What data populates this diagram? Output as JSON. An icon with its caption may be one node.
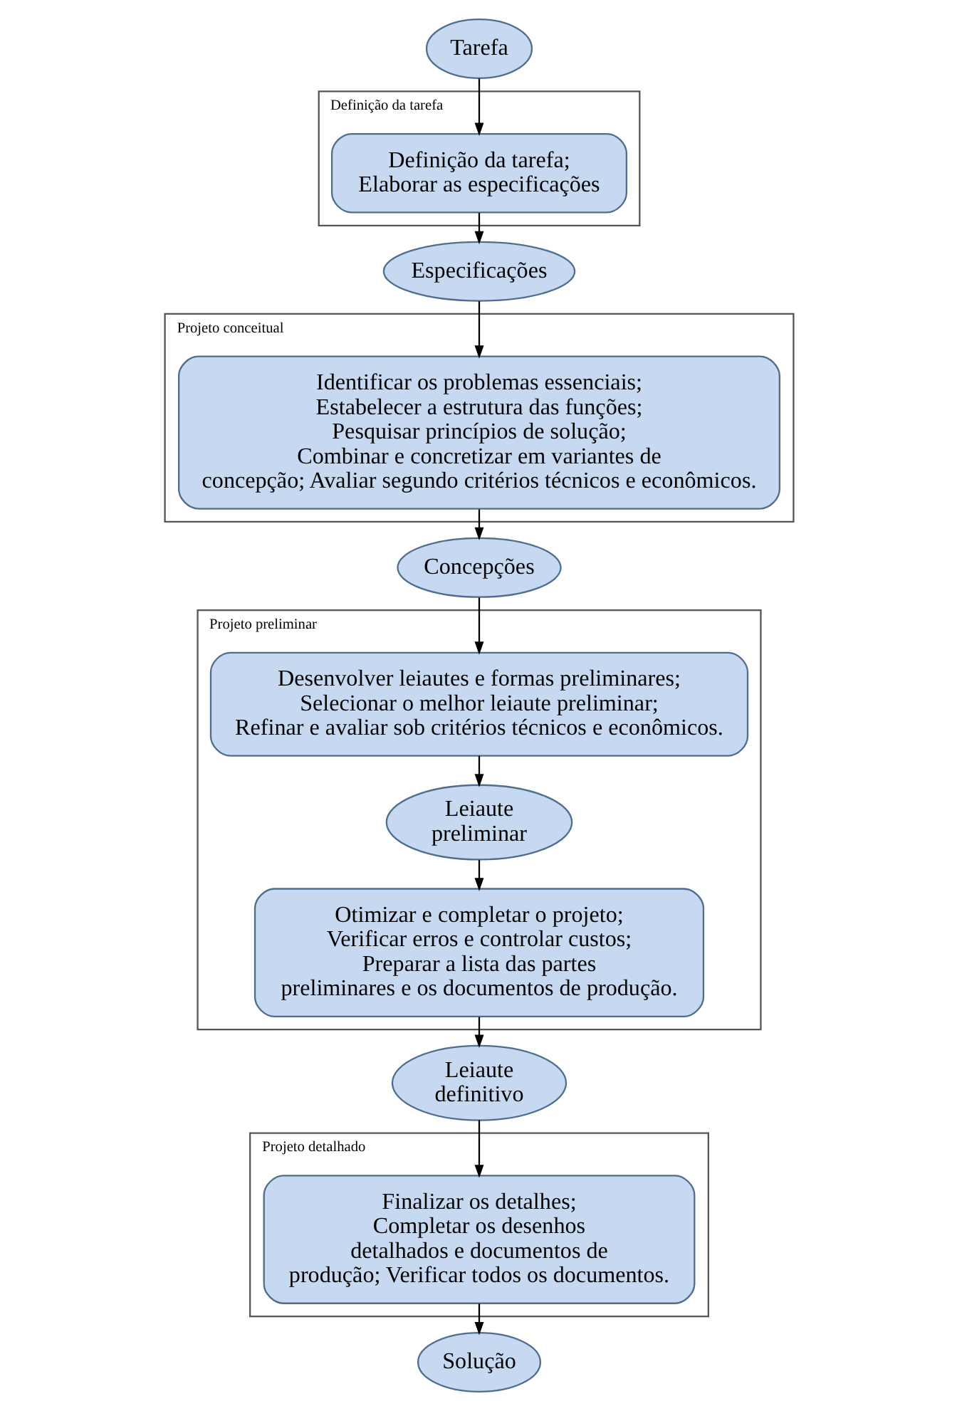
{
  "diagram": {
    "nodes": [
      {
        "text": [
          "Tarefa"
        ]
      },
      {
        "text": [
          "Definição da tarefa"
        ]
      },
      {
        "text": [
          "Definição da tarefa; Elaborar as especificações"
        ],
        "in": 1
      },
      {
        "text": [
          "Especificações"
        ]
      },
      {
        "text": [
          "Projeto conceitual"
        ]
      },
      {
        "text": [
          "Identificar os problemas essenciais; Estabelecer a estrutura das funções; Pesquisar princípios de solução; Combinar e concretizar em variantes de concepção; Avaliar segundo critérios técnicos e econômicos."
        ],
        "in": 4
      },
      {
        "text": [
          "Concepções"
        ]
      },
      {
        "text": [
          "Projeto preliminar"
        ]
      },
      {
        "text": [
          "Desenvolver leiautes e formas preliminares; Selecionar o melhor leiaute preliminar; Refinar e avaliar sob critérios técnicos e econômicos."
        ],
        "in": 7
      },
      {
        "text": [
          "Leiaute preliminar"
        ],
        "in": 7
      },
      {
        "text": [
          "Otimizar e completar o projeto; Verificar erros e controlar custos; Preparar a lista das partes preliminares e os documentos de produção."
        ],
        "in": 7
      },
      {
        "text": [
          "Leiaute definitivo"
        ]
      },
      {
        "text": [
          "Projeto detalhado"
        ]
      },
      {
        "text": [
          "Finalizar os detalhes; Completar os desenhos detalhados e documentos de produção; Verificar todos os documentos."
        ],
        "in": 12
      },
      {
        "text": [
          "Solução"
        ]
      }
    ],
    "edges": [
      {
        "from": 0,
        "to": 2,
        "arrow": "to"
      },
      {
        "from": 2,
        "to": 3,
        "arrow": "to"
      },
      {
        "from": 3,
        "to": 5,
        "arrow": "to"
      },
      {
        "from": 5,
        "to": 6,
        "arrow": "to"
      },
      {
        "from": 6,
        "to": 8,
        "arrow": "to"
      },
      {
        "from": 8,
        "to": 9,
        "arrow": "to"
      },
      {
        "from": 9,
        "to": 10,
        "arrow": "to"
      },
      {
        "from": 10,
        "to": 11,
        "arrow": "to"
      },
      {
        "from": 11,
        "to": 13,
        "arrow": "to"
      },
      {
        "from": 13,
        "to": 14,
        "arrow": "to"
      }
    ]
  }
}
